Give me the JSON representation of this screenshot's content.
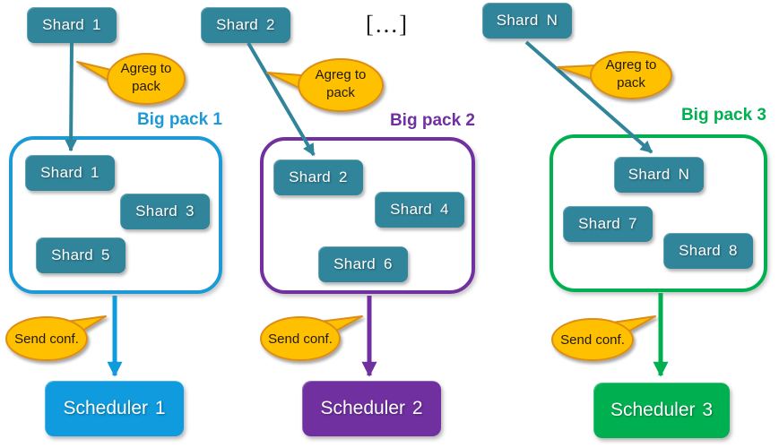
{
  "ellipsis_label": "[...]",
  "colors": {
    "shard_teal": "#31859B",
    "arrow_teal": "#31859B",
    "bubble_fill": "#FFC000",
    "bubble_border": "#DD8D12",
    "pack1": "#1B9AD6",
    "pack2": "#7030A0",
    "pack3": "#00B050",
    "scheduler1": "#0F9BDD",
    "scheduler2": "#7030A0",
    "scheduler3": "#00B050"
  },
  "top_shards": [
    {
      "label": "Shard 1"
    },
    {
      "label": "Shard 2"
    },
    {
      "label": "Shard N"
    }
  ],
  "packs": [
    {
      "title": "Big pack 1",
      "shards": [
        "Shard 1",
        "Shard 3",
        "Shard 5"
      ],
      "agreg_label": "Agreg to pack",
      "send_label": "Send conf.",
      "scheduler": "Scheduler 1"
    },
    {
      "title": "Big pack 2",
      "shards": [
        "Shard 2",
        "Shard 4",
        "Shard 6"
      ],
      "agreg_label": "Agreg to pack",
      "send_label": "Send conf.",
      "scheduler": "Scheduler 2"
    },
    {
      "title": "Big pack 3",
      "shards": [
        "Shard N",
        "Shard 7",
        "Shard 8"
      ],
      "agreg_label": "Agreg to pack",
      "send_label": "Send conf.",
      "scheduler": "Scheduler 3"
    }
  ]
}
